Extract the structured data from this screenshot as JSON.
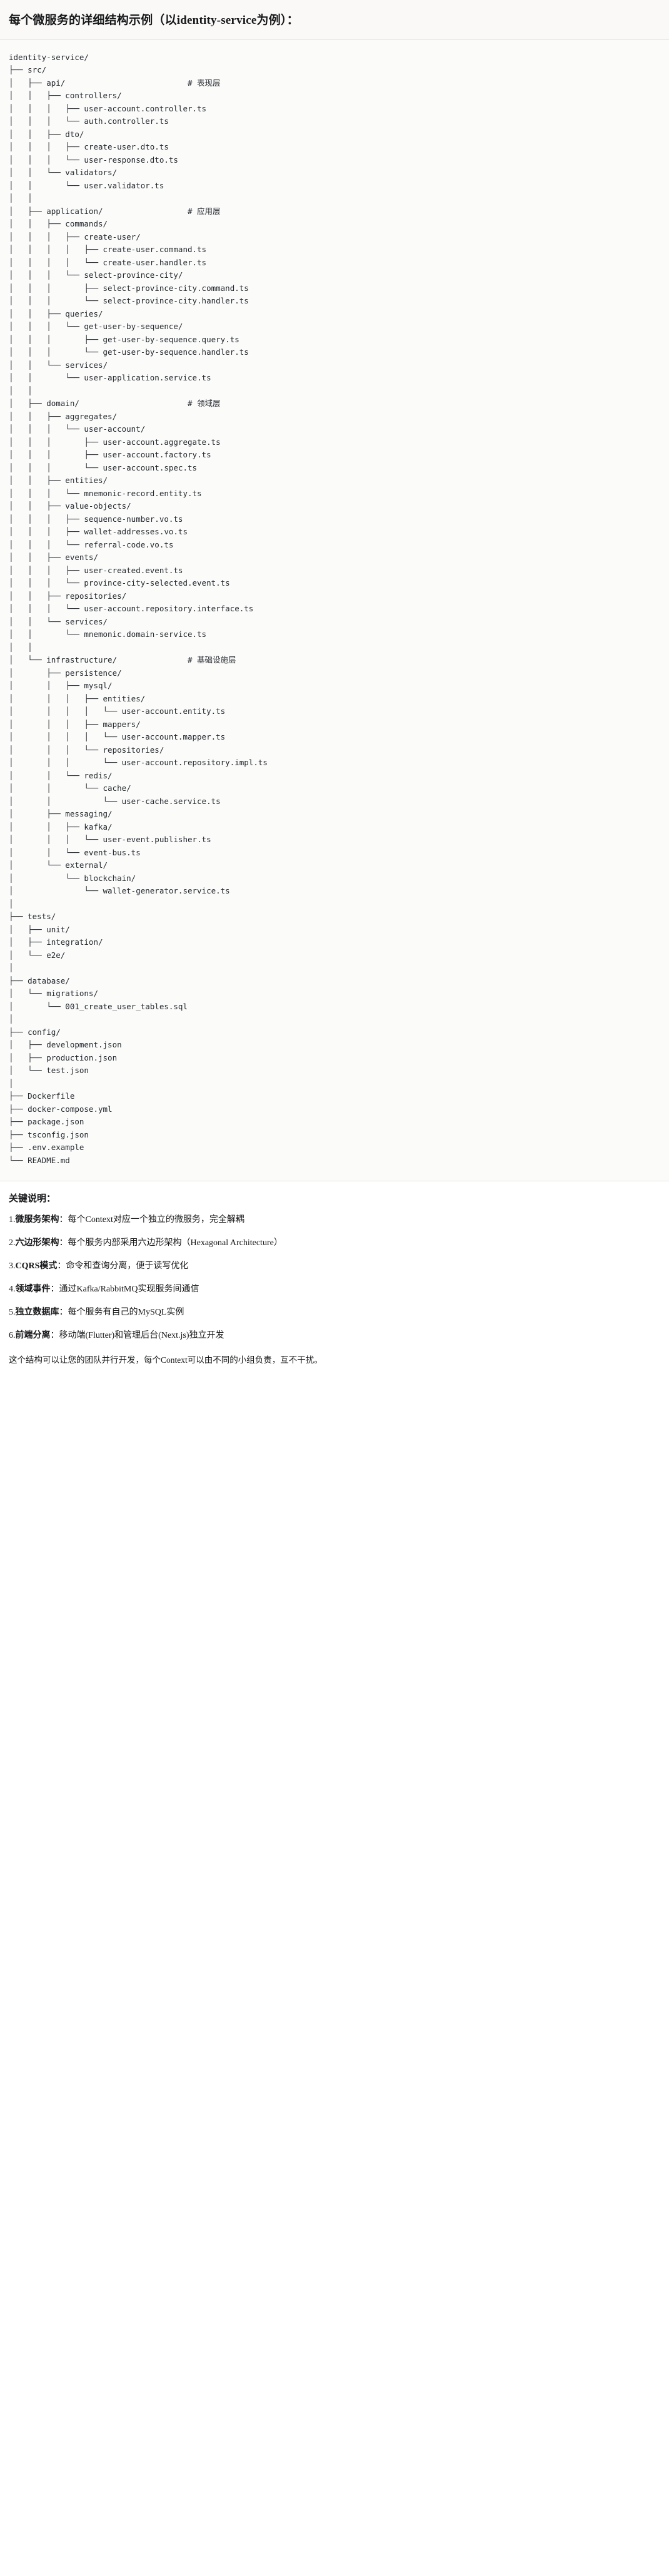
{
  "header": {
    "title": "每个微服务的详细结构示例（以identity-service为例）："
  },
  "tree": {
    "root": "identity-service/",
    "lines": [
      "identity-service/",
      "├── src/",
      "│   ├── api/                          # 表现层",
      "│   │   ├── controllers/",
      "│   │   │   ├── user-account.controller.ts",
      "│   │   │   └── auth.controller.ts",
      "│   │   ├── dto/",
      "│   │   │   ├── create-user.dto.ts",
      "│   │   │   └── user-response.dto.ts",
      "│   │   └── validators/",
      "│   │       └── user.validator.ts",
      "│   │",
      "│   ├── application/                  # 应用层",
      "│   │   ├── commands/",
      "│   │   │   ├── create-user/",
      "│   │   │   │   ├── create-user.command.ts",
      "│   │   │   │   └── create-user.handler.ts",
      "│   │   │   └── select-province-city/",
      "│   │   │       ├── select-province-city.command.ts",
      "│   │   │       └── select-province-city.handler.ts",
      "│   │   ├── queries/",
      "│   │   │   └── get-user-by-sequence/",
      "│   │   │       ├── get-user-by-sequence.query.ts",
      "│   │   │       └── get-user-by-sequence.handler.ts",
      "│   │   └── services/",
      "│   │       └── user-application.service.ts",
      "│   │",
      "│   ├── domain/                       # 领域层",
      "│   │   ├── aggregates/",
      "│   │   │   └── user-account/",
      "│   │   │       ├── user-account.aggregate.ts",
      "│   │   │       ├── user-account.factory.ts",
      "│   │   │       └── user-account.spec.ts",
      "│   │   ├── entities/",
      "│   │   │   └── mnemonic-record.entity.ts",
      "│   │   ├── value-objects/",
      "│   │   │   ├── sequence-number.vo.ts",
      "│   │   │   ├── wallet-addresses.vo.ts",
      "│   │   │   └── referral-code.vo.ts",
      "│   │   ├── events/",
      "│   │   │   ├── user-created.event.ts",
      "│   │   │   └── province-city-selected.event.ts",
      "│   │   ├── repositories/",
      "│   │   │   └── user-account.repository.interface.ts",
      "│   │   └── services/",
      "│   │       └── mnemonic.domain-service.ts",
      "│   │",
      "│   └── infrastructure/               # 基础设施层",
      "│       ├── persistence/",
      "│       │   ├── mysql/",
      "│       │   │   ├── entities/",
      "│       │   │   │   └── user-account.entity.ts",
      "│       │   │   ├── mappers/",
      "│       │   │   │   └── user-account.mapper.ts",
      "│       │   │   └── repositories/",
      "│       │   │       └── user-account.repository.impl.ts",
      "│       │   └── redis/",
      "│       │       └── cache/",
      "│       │           └── user-cache.service.ts",
      "│       ├── messaging/",
      "│       │   ├── kafka/",
      "│       │   │   └── user-event.publisher.ts",
      "│       │   └── event-bus.ts",
      "│       └── external/",
      "│           └── blockchain/",
      "│               └── wallet-generator.service.ts",
      "│",
      "├── tests/",
      "│   ├── unit/",
      "│   ├── integration/",
      "│   └── e2e/",
      "│",
      "├── database/",
      "│   └── migrations/",
      "│       └── 001_create_user_tables.sql",
      "│",
      "├── config/",
      "│   ├── development.json",
      "│   ├── production.json",
      "│   └── test.json",
      "│",
      "├── Dockerfile",
      "├── docker-compose.yml",
      "├── package.json",
      "├── tsconfig.json",
      "├── .env.example",
      "└── README.md"
    ]
  },
  "notes": {
    "heading": "关键说明：",
    "items": [
      {
        "num": "1.",
        "term": "微服务架构",
        "desc": "：每个Context对应一个独立的微服务，完全解耦"
      },
      {
        "num": "2.",
        "term": "六边形架构",
        "desc": "：每个服务内部采用六边形架构（Hexagonal Architecture）"
      },
      {
        "num": "3.",
        "term": "CQRS模式",
        "desc": "：命令和查询分离，便于读写优化"
      },
      {
        "num": "4.",
        "term": "领域事件",
        "desc": "：通过Kafka/RabbitMQ实现服务间通信"
      },
      {
        "num": "5.",
        "term": "独立数据库",
        "desc": "：每个服务有自己的MySQL实例"
      },
      {
        "num": "6.",
        "term": "前端分离",
        "desc": "：移动端(Flutter)和管理后台(Next.js)独立开发"
      }
    ],
    "closing": "这个结构可以让您的团队并行开发，每个Context可以由不同的小组负责，互不干扰。"
  }
}
